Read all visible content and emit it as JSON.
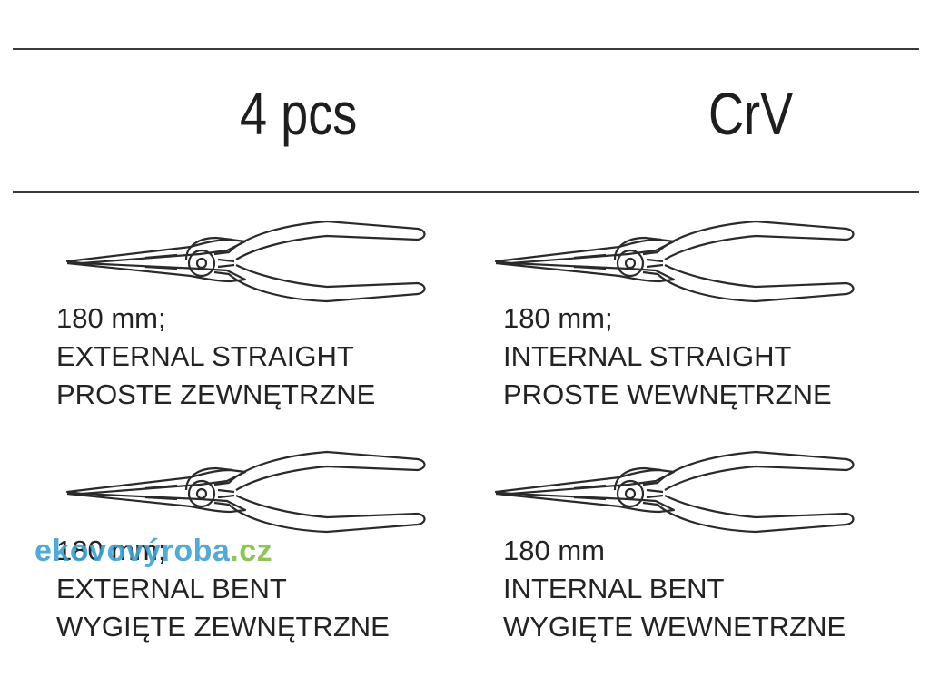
{
  "header": {
    "quantity": "4 pcs",
    "material": "CrV"
  },
  "items": [
    {
      "size": "180 mm;",
      "name_en": "EXTERNAL STRAIGHT",
      "name_pl": "PROSTE ZEWNĘTRZNE",
      "icon": "pliers-icon"
    },
    {
      "size": "180 mm;",
      "name_en": "INTERNAL STRAIGHT",
      "name_pl": "PROSTE WEWNĘTRZNE",
      "icon": "pliers-icon"
    },
    {
      "size": "180 mm;",
      "name_en": "EXTERNAL BENT",
      "name_pl": "WYGIĘTE ZEWNĘTRZNE",
      "icon": "pliers-icon"
    },
    {
      "size": "180 mm",
      "name_en": "INTERNAL BENT",
      "name_pl": "WYGIĘTE WEWNETRZNE",
      "icon": "pliers-icon"
    }
  ],
  "watermark": {
    "text_main": "ekovovýroba",
    "text_tld": ".cz",
    "colors": {
      "primary": "#3fa3d6",
      "accent": "#7fc242"
    }
  }
}
